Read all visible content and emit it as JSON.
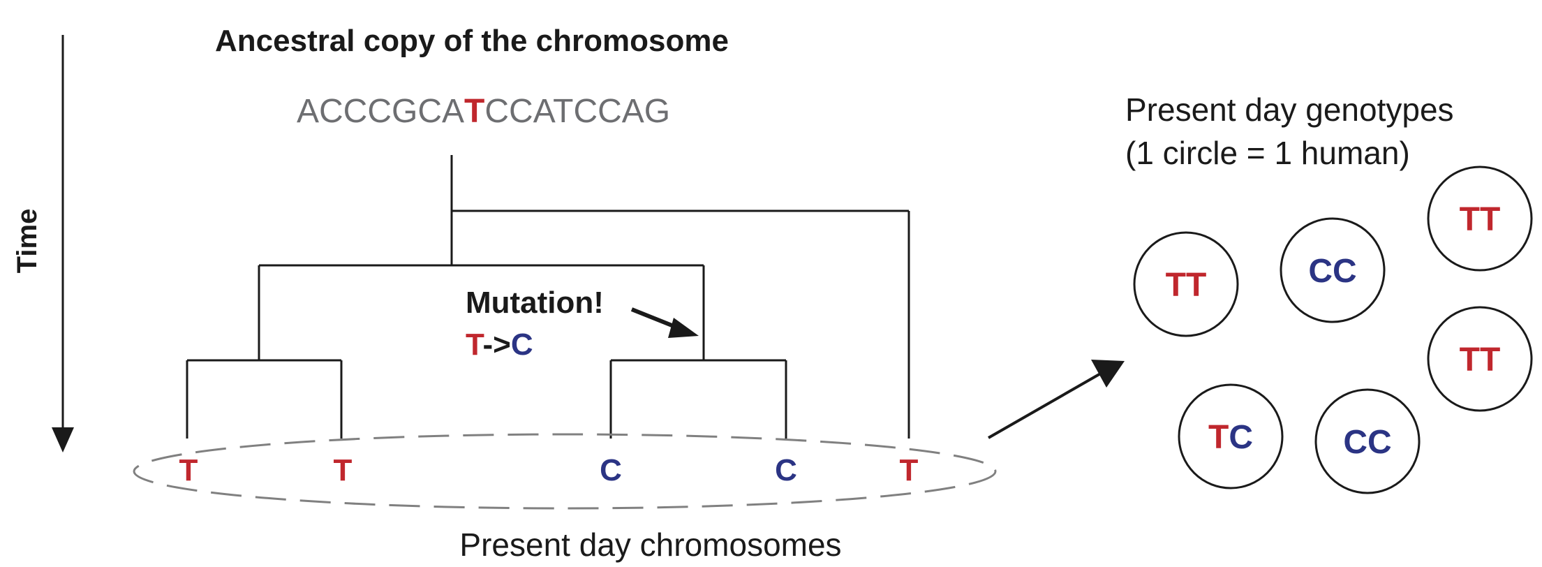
{
  "title": "Ancestral copy of the chromosome",
  "sequence": {
    "before": "ACCCGCA",
    "highlight": "T",
    "after": "CCATCCAG"
  },
  "time_label": "Time",
  "mutation": {
    "label": "Mutation!",
    "from": "T",
    "arrow": "->",
    "to": "C"
  },
  "leaves": [
    "T",
    "T",
    "C",
    "C",
    "T"
  ],
  "present_chromosomes_label": "Present day chromosomes",
  "genotypes_title_line1": "Present day genotypes",
  "genotypes_title_line2": "(1 circle = 1 human)",
  "genotypes": [
    {
      "a": "T",
      "b": "T"
    },
    {
      "a": "C",
      "b": "C"
    },
    {
      "a": "T",
      "b": "T"
    },
    {
      "a": "T",
      "b": "T"
    },
    {
      "a": "T",
      "b": "C"
    },
    {
      "a": "C",
      "b": "C"
    }
  ],
  "colors": {
    "T": "#c0272d",
    "C": "#2b3484",
    "line": "#1a1a1a",
    "gray_text": "#6d6e71",
    "dashed": "#808080"
  }
}
